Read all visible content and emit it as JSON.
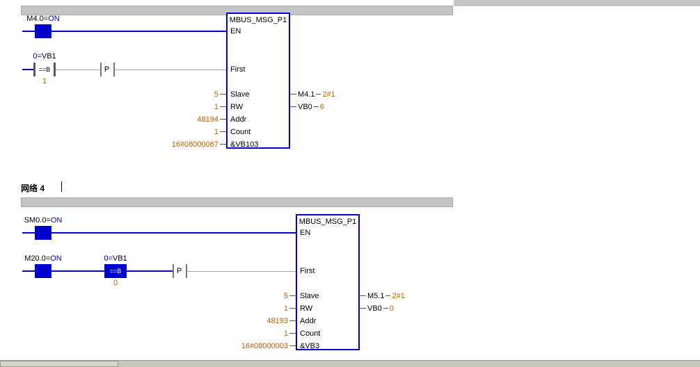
{
  "colors": {
    "power": "#0000CC",
    "wire": "#A6A6A6",
    "value": "#C06000",
    "bar": "#C5C5C5"
  },
  "network3": {
    "rung1": {
      "contact_operand": "M4.0=",
      "contact_state": "ON"
    },
    "rung2": {
      "compare_value": "0=",
      "compare_operand": "VB1",
      "compare_op": "==B",
      "compare_constant": "1",
      "edge_label": "P"
    },
    "block": {
      "title": "MBUS_MSG_P1",
      "pin_en": "EN",
      "pin_first": "First",
      "inputs": [
        {
          "label": "Slave",
          "value": "5"
        },
        {
          "label": "RW",
          "value": "1"
        },
        {
          "label": "Addr",
          "value": "48194"
        },
        {
          "label": "Count",
          "value": "1"
        },
        {
          "label": "&VB103",
          "value": "16#08000067"
        }
      ],
      "outputs": [
        {
          "operand": "M4.1",
          "value": "2#1"
        },
        {
          "operand": "VB0",
          "value": "6"
        }
      ]
    }
  },
  "network4": {
    "title": "网络 4",
    "rung1": {
      "contact_operand": "SM0.0=",
      "contact_state": "ON"
    },
    "rung2": {
      "contact_operand": "M20.0=",
      "contact_state": "ON",
      "compare_value": "0=",
      "compare_operand": "VB1",
      "compare_op": "==B",
      "compare_constant": "0",
      "edge_label": "P"
    },
    "block": {
      "title": "MBUS_MSG_P1",
      "pin_en": "EN",
      "pin_first": "First",
      "inputs": [
        {
          "label": "Slave",
          "value": "5"
        },
        {
          "label": "RW",
          "value": "1"
        },
        {
          "label": "Addr",
          "value": "48193"
        },
        {
          "label": "Count",
          "value": "1"
        },
        {
          "label": "&VB3",
          "value": "16#08000003"
        }
      ],
      "outputs": [
        {
          "operand": "M5.1",
          "value": "2#1"
        },
        {
          "operand": "VB0",
          "value": "0"
        }
      ]
    }
  }
}
